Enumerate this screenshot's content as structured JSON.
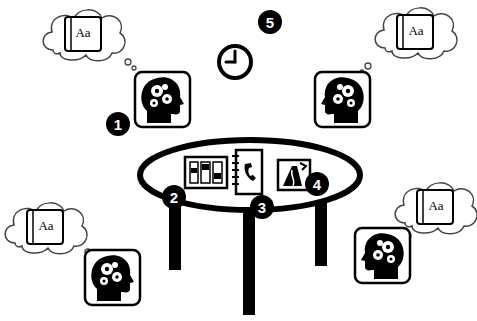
{
  "diagram": {
    "labels": [
      "Aa",
      "5",
      "Aa",
      "1",
      "2",
      "3",
      "4",
      "Aa",
      "Aa"
    ]
  }
}
